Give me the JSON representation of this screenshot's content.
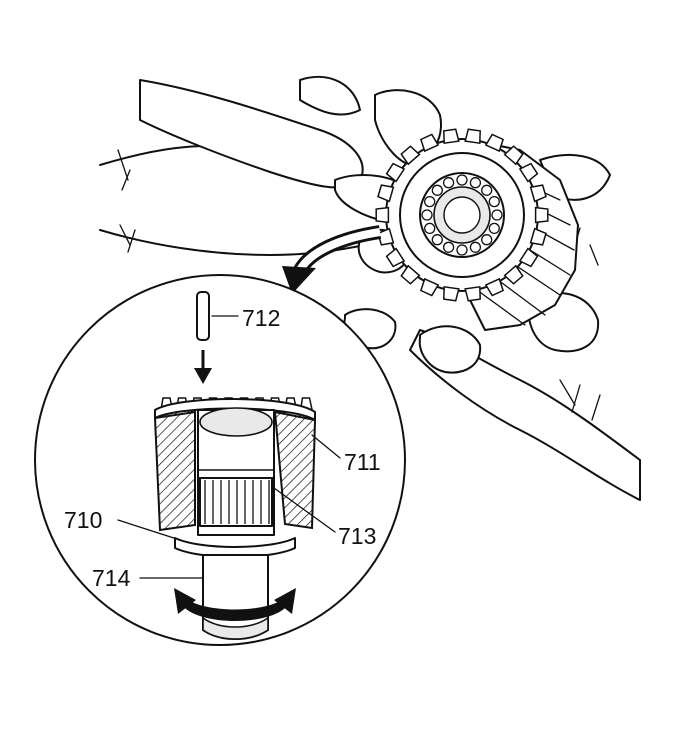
{
  "callouts": {
    "pin": "712",
    "gear": "711",
    "bearing_cage": "713",
    "washer": "710",
    "shaft": "714"
  },
  "colors": {
    "line": "#111111",
    "background": "#ffffff",
    "hatch": "#111111"
  }
}
